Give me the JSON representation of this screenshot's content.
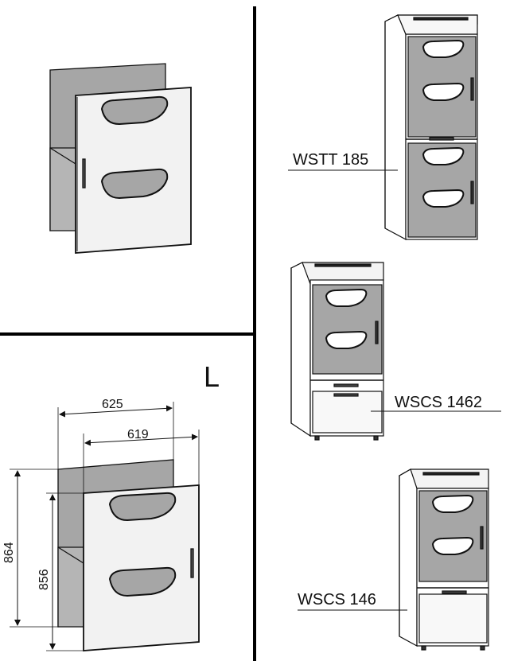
{
  "panels": {
    "top_left": {
      "kind": "door-insert"
    },
    "bottom_left": {
      "side_label": "L",
      "dimensions": {
        "outer_width": "625",
        "inner_width": "619",
        "outer_height": "864",
        "inner_height": "856"
      }
    },
    "right": {
      "cabinets": [
        {
          "label": "WSTT 185"
        },
        {
          "label": "WSCS 1462"
        },
        {
          "label": "WSCS 146"
        }
      ]
    }
  },
  "colors": {
    "line": "#111111",
    "panel_gray": "#a6a6a6",
    "inner_gray": "#b0b0b0",
    "door_white": "#f2f2f2",
    "divider": "#000000"
  }
}
